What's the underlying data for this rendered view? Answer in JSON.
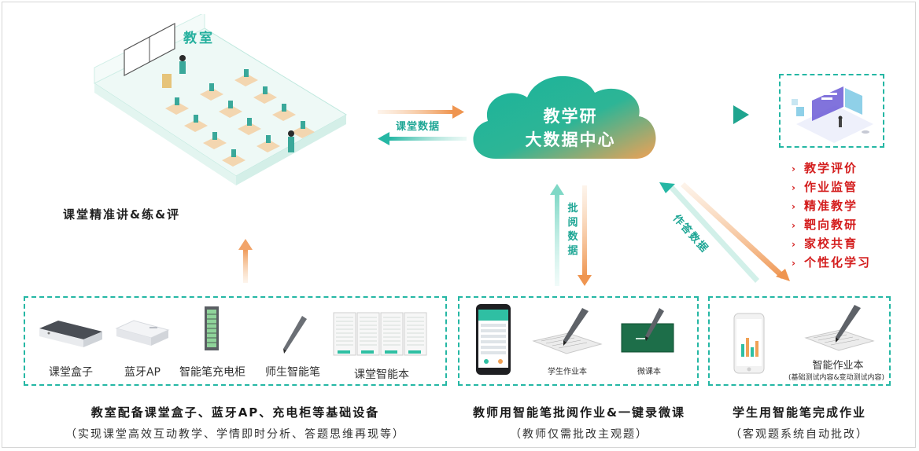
{
  "classroom": {
    "label": "教室",
    "caption": "课堂精准讲&练&评"
  },
  "cloud": {
    "line1": "教学研",
    "line2": "大数据中心"
  },
  "flows": {
    "classroom_data": "课堂数据",
    "review_data": "批阅数据",
    "homework_data": "作答数据"
  },
  "functions": {
    "marker": "›",
    "items": [
      "教学评价",
      "作业监管",
      "精准教学",
      "靶向教研",
      "家校共育",
      "个性化学习"
    ]
  },
  "panels": {
    "classroom_devices": {
      "items": [
        "课堂盒子",
        "蓝牙AP",
        "智能笔充电柜",
        "师生智能笔",
        "课堂智能本"
      ],
      "title": "教室配备课堂盒子、蓝牙AP、充电柜等基础设备",
      "subtitle": "（实现课堂高效互动教学、学情即时分析、答题思维再现等）"
    },
    "teacher": {
      "items": [
        "学生作业本",
        "微课本"
      ],
      "title": "教师用智能笔批阅作业&一键录微课",
      "subtitle": "（教师仅需批改主观题）"
    },
    "student": {
      "items": [
        "智能作业本",
        "(基础测试内容&变动测试内容)"
      ],
      "title": "学生用智能笔完成作业",
      "subtitle": "（客观题系统自动批改）"
    }
  },
  "colors": {
    "teal": "#25b7a4",
    "orange": "#f0a064",
    "red": "#d41e1e"
  }
}
